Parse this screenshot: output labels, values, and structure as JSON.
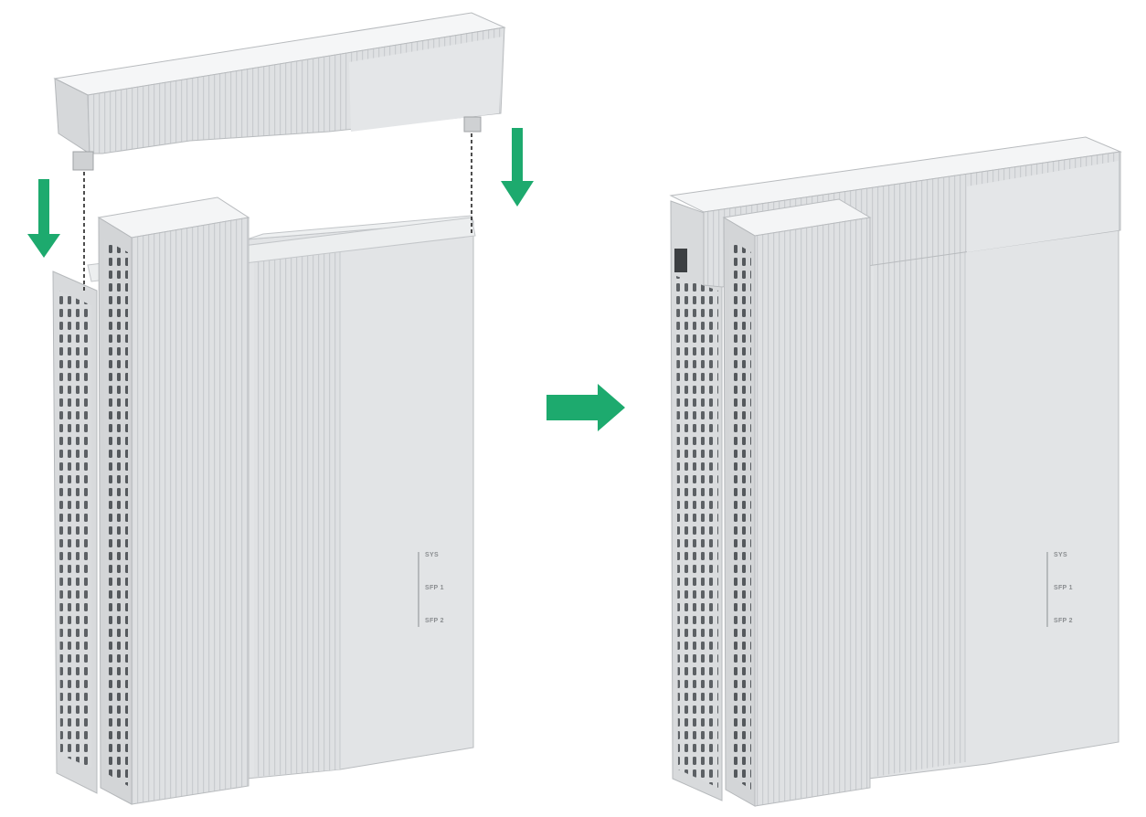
{
  "step_before": {
    "led_labels": [
      "SYS",
      "SFP 1",
      "SFP 2"
    ]
  },
  "step_after": {
    "led_labels": [
      "SYS",
      "SFP 1",
      "SFP 2"
    ]
  },
  "colors": {
    "arrow": "#1daa6e",
    "device_body": "#dcdee0",
    "device_face": "#e4e6e8",
    "device_edge": "#b9bcbf",
    "device_top": "#f3f4f5",
    "guide_line": "#222222"
  },
  "icons": {
    "down_arrow_left": "arrow-down-icon",
    "down_arrow_right": "arrow-down-icon",
    "transition_arrow": "arrow-right-icon"
  }
}
